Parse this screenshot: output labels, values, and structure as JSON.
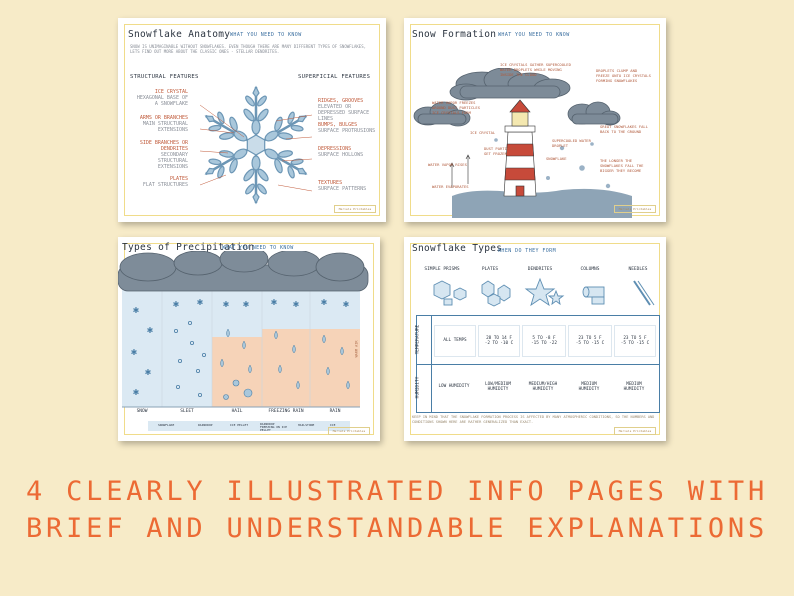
{
  "anatomy": {
    "title": "Snowflake Anatomy",
    "subtitle": "what you need to know",
    "intro": "Snow is unimaginable without snowflakes. Even though there are many different types of snowflakes, lets find out more about the classic ones - stellar dendrites.",
    "left_header": "Structural Features",
    "right_header": "Superficial Features",
    "left": [
      {
        "name": "Ice Crystal",
        "desc": "Hexagonal base of a snowflake"
      },
      {
        "name": "Arms or Branches",
        "desc": "Main structural extensions"
      },
      {
        "name": "Side Branches or Dendrites",
        "desc": "Secondary structural extensions"
      },
      {
        "name": "Plates",
        "desc": "Flat structures"
      }
    ],
    "right": [
      {
        "name": "Ridges, Grooves",
        "desc": "Elevated or depressed surface lines"
      },
      {
        "name": "Bumps, Bulges",
        "desc": "Surface protrusions"
      },
      {
        "name": "Depressions",
        "desc": "Surface hollows"
      },
      {
        "name": "Textures",
        "desc": "Surface patterns"
      }
    ],
    "footer": "Mariels Printables"
  },
  "formation": {
    "title": "Snow Formation",
    "subtitle": "what you need to know",
    "notes": [
      "Ice crystals gather supercooled water droplets while moving inside the cloud",
      "Droplets clump and freeze onto ice crystals forming snowflakes",
      "Water vapor freezes around dust particles ice crystals form",
      "Ice crystal",
      "Dust particles get frozen",
      "Supercooled water droplet",
      "Snowflake",
      "Great snowflakes fall back to the ground",
      "Water vapor rises",
      "The longer the snowflakes fall the bigger they become",
      "Water evaporates"
    ],
    "footer": "Mariels Printables"
  },
  "precipitation": {
    "title": "Types of Precipitation",
    "subtitle": "what you need to know",
    "columns": [
      "Snow",
      "Sleet",
      "Hail",
      "Freezing Rain",
      "Rain"
    ],
    "side_label": "Warm Air",
    "legend": [
      "Snowflake",
      "Raindrop",
      "Ice pellet",
      "Raindrop freezing on ice pellet",
      "Hailstone",
      "Ice"
    ],
    "footer": "Mariels Printables"
  },
  "types": {
    "title": "Snowflake Types",
    "subtitle": "when do they form",
    "columns": [
      "Simple Prisms",
      "Plates",
      "Dendrites",
      "Columns",
      "Needles"
    ],
    "row_labels": [
      "Temperature",
      "Humidity"
    ],
    "temperature": [
      [
        "All Temps"
      ],
      [
        "28 to 14 F",
        "-2 to -10 C"
      ],
      [
        "5 to -8 F",
        "-15 to -22"
      ],
      [
        "23 to 5 F",
        "-5 to -15 C"
      ],
      [
        "23 to 5 F",
        "-5 to -15 C"
      ]
    ],
    "humidity": [
      [
        "Low Humidity"
      ],
      [
        "Low/Medium",
        "Humidity"
      ],
      [
        "Medium/High",
        "Humidity"
      ],
      [
        "Medium",
        "Humidity"
      ],
      [
        "Medium",
        "Humidity"
      ]
    ],
    "note": "Keep in mind that the snowflake formation process is affected by many atmospheric conditions, so the numbers and conditions shown here are rather generalized than exact.",
    "footer": "Mariels Printables"
  },
  "caption": {
    "line1": "4 clearly illustrated info pages with",
    "line2": "brief and understandable explanations"
  },
  "colors": {
    "background": "#f7ebc8",
    "accent": "#ec6a34",
    "ice_blue": "#8fb3cc",
    "lighthouse_red": "#c74a3a",
    "sky_blue": "#dbe9f3",
    "warm_peach": "#f6d3b8"
  }
}
